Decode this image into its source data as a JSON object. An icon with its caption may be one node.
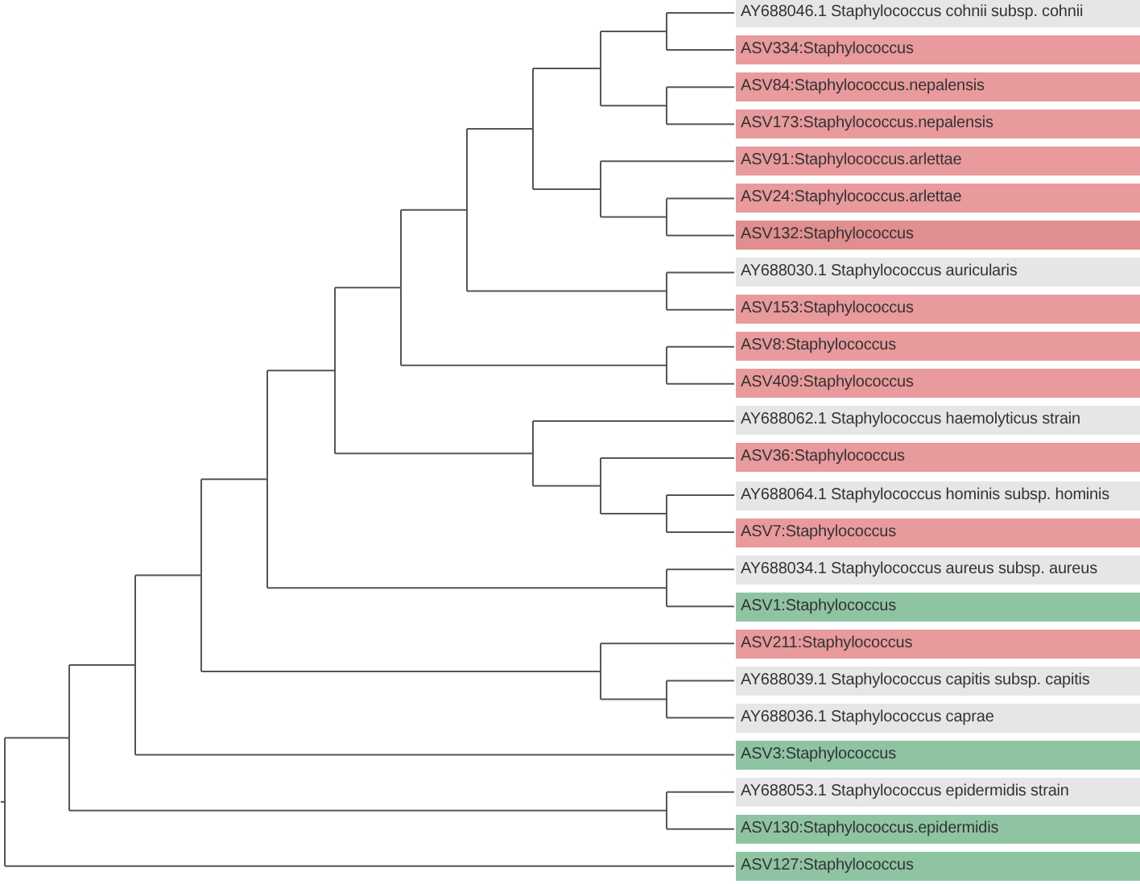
{
  "diagram": {
    "nodes": [
      {
        "text": [
          "AY688046.1 Staphylococcus cohnii subsp. cohnii"
        ]
      },
      {
        "text": [
          "ASV334:Staphylococcus"
        ]
      },
      {
        "text": [
          "ASV84:Staphylococcus.nepalensis"
        ]
      },
      {
        "text": [
          "ASV173:Staphylococcus.nepalensis"
        ]
      },
      {
        "text": [
          "ASV91:Staphylococcus.arlettae"
        ]
      },
      {
        "text": [
          "ASV24:Staphylococcus.arlettae"
        ]
      },
      {
        "text": [
          "ASV132:Staphylococcus"
        ]
      },
      {
        "text": [
          "AY688030.1 Staphylococcus auricularis"
        ]
      },
      {
        "text": [
          "ASV153:Staphylococcus"
        ]
      },
      {
        "text": [
          "ASV8:Staphylococcus"
        ]
      },
      {
        "text": [
          "ASV409:Staphylococcus"
        ]
      },
      {
        "text": [
          "AY688062.1 Staphylococcus haemolyticus strain"
        ]
      },
      {
        "text": [
          "ASV36:Staphylococcus"
        ]
      },
      {
        "text": [
          "AY688064.1 Staphylococcus hominis subsp. hominis"
        ]
      },
      {
        "text": [
          "ASV7:Staphylococcus"
        ]
      },
      {
        "text": [
          "AY688034.1 Staphylococcus aureus subsp. aureus"
        ]
      },
      {
        "text": [
          "ASV1:Staphylococcus"
        ]
      },
      {
        "text": [
          "ASV211:Staphylococcus"
        ]
      },
      {
        "text": [
          "AY688039.1 Staphylococcus capitis subsp. capitis"
        ]
      },
      {
        "text": [
          "AY688036.1 Staphylococcus caprae"
        ]
      },
      {
        "text": [
          "ASV3:Staphylococcus"
        ]
      },
      {
        "text": [
          "AY688053.1 Staphylococcus epidermidis strain"
        ]
      },
      {
        "text": [
          "ASV130:Staphylococcus.epidermidis"
        ]
      },
      {
        "text": [
          "ASV127:Staphylococcus"
        ]
      }
    ]
  }
}
